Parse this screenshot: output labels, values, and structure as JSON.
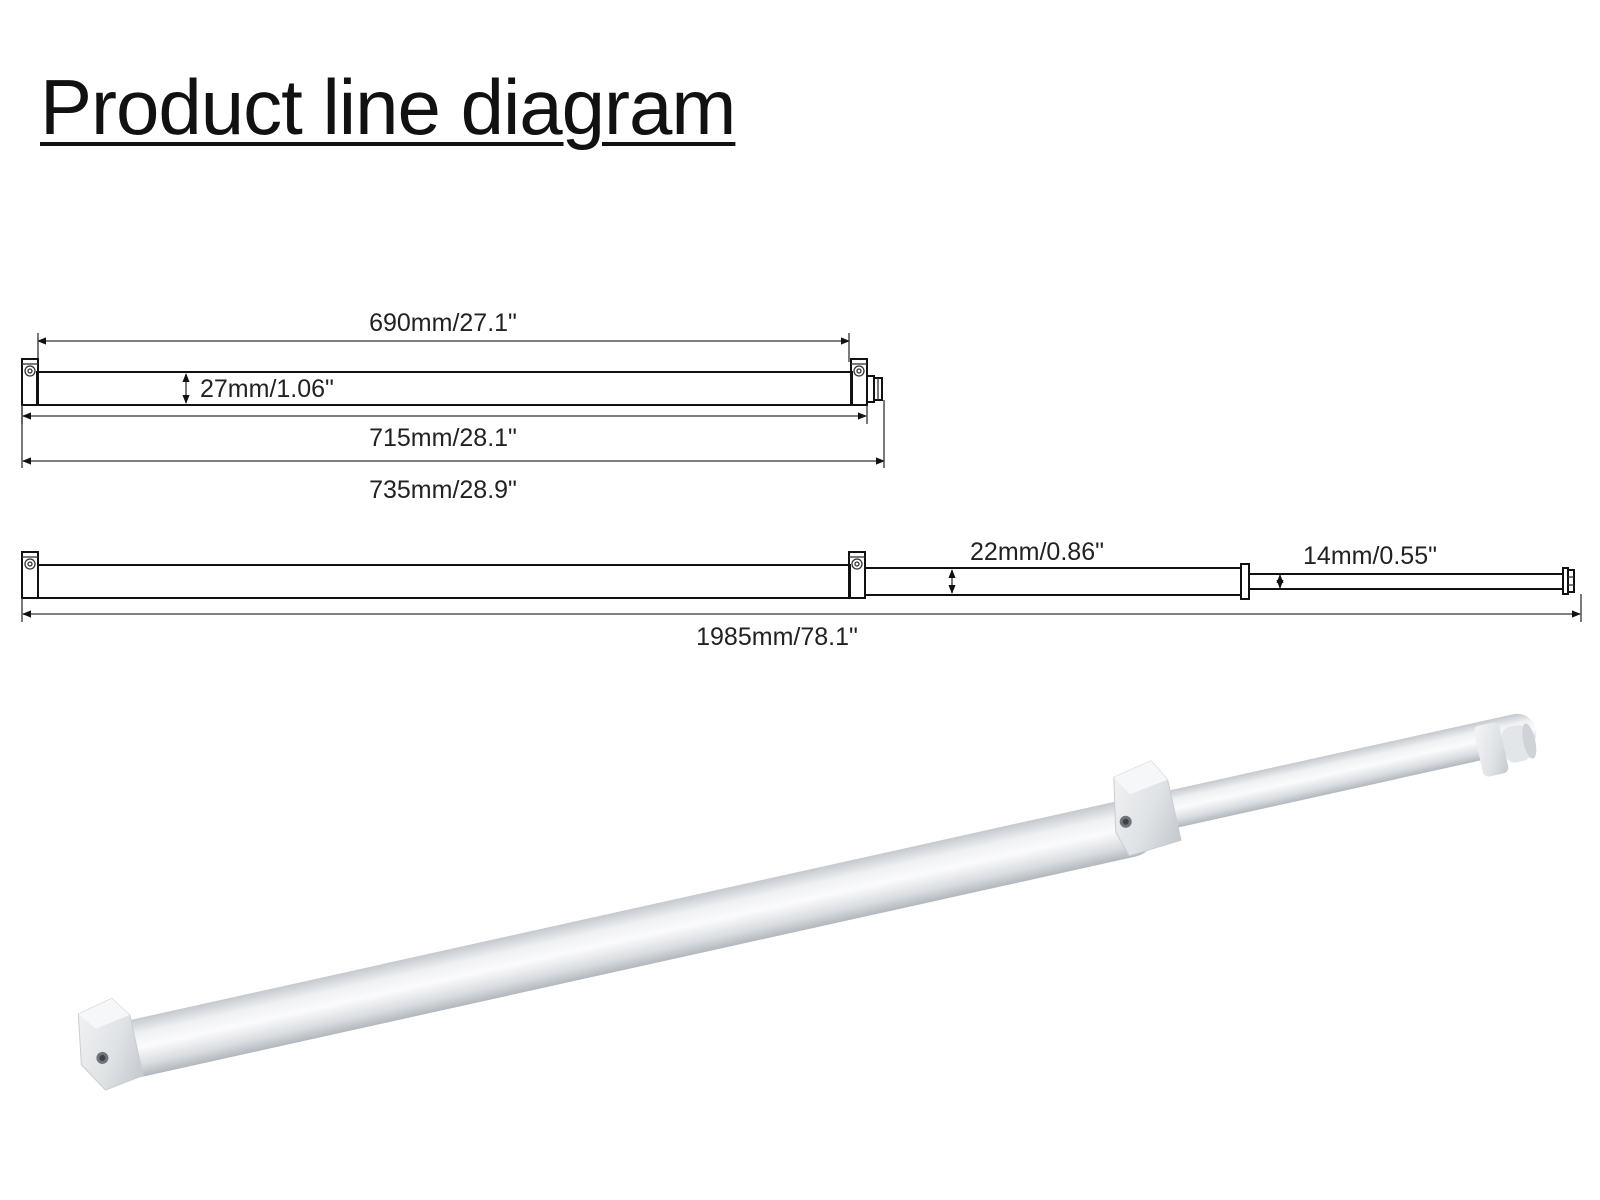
{
  "title": "Product line diagram",
  "dimensions": {
    "inner_length": "690mm/27.1\"",
    "tube_diameter": "27mm/1.06\"",
    "bracket_length": "715mm/28.1\"",
    "total_length": "735mm/28.9\"",
    "mid_tube_diameter": "22mm/0.86\"",
    "end_tube_diameter": "14mm/0.55\"",
    "extended_length": "1985mm/78.1\""
  },
  "colors": {
    "line": "#111111",
    "tube_light": "#f2f4f6",
    "tube_mid": "#d9dde1",
    "tube_dark": "#b5bbc1"
  }
}
